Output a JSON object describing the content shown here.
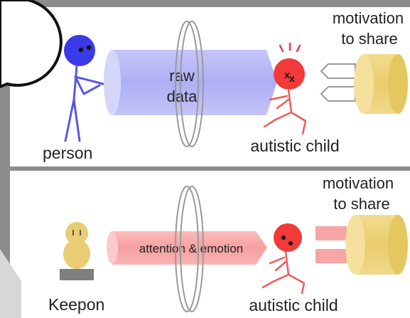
{
  "top_panel": {
    "person_label": "person",
    "channel_label_line1": "raw",
    "channel_label_line2": "data",
    "child_label": "autistic child",
    "motivation_line1": "motivation",
    "motivation_line2": "to share"
  },
  "bottom_panel": {
    "keepon_label": "Keepon",
    "channel_label": "attention & emotion",
    "child_label": "autistic child",
    "motivation_line1": "motivation",
    "motivation_line2": "to share"
  },
  "colors": {
    "panel_bg": "#ffffff",
    "frame": "#8c8c8c",
    "person_blue": "#3a3ae8",
    "raw_data_blue": "#b9b9f7",
    "emotion_pink": "#f7a5a5",
    "child_red": "#f23a3a",
    "motivation_yellow": "#efd27a",
    "keepon_yellow": "#e8cd74",
    "keepon_base": "#7f7f7f"
  }
}
